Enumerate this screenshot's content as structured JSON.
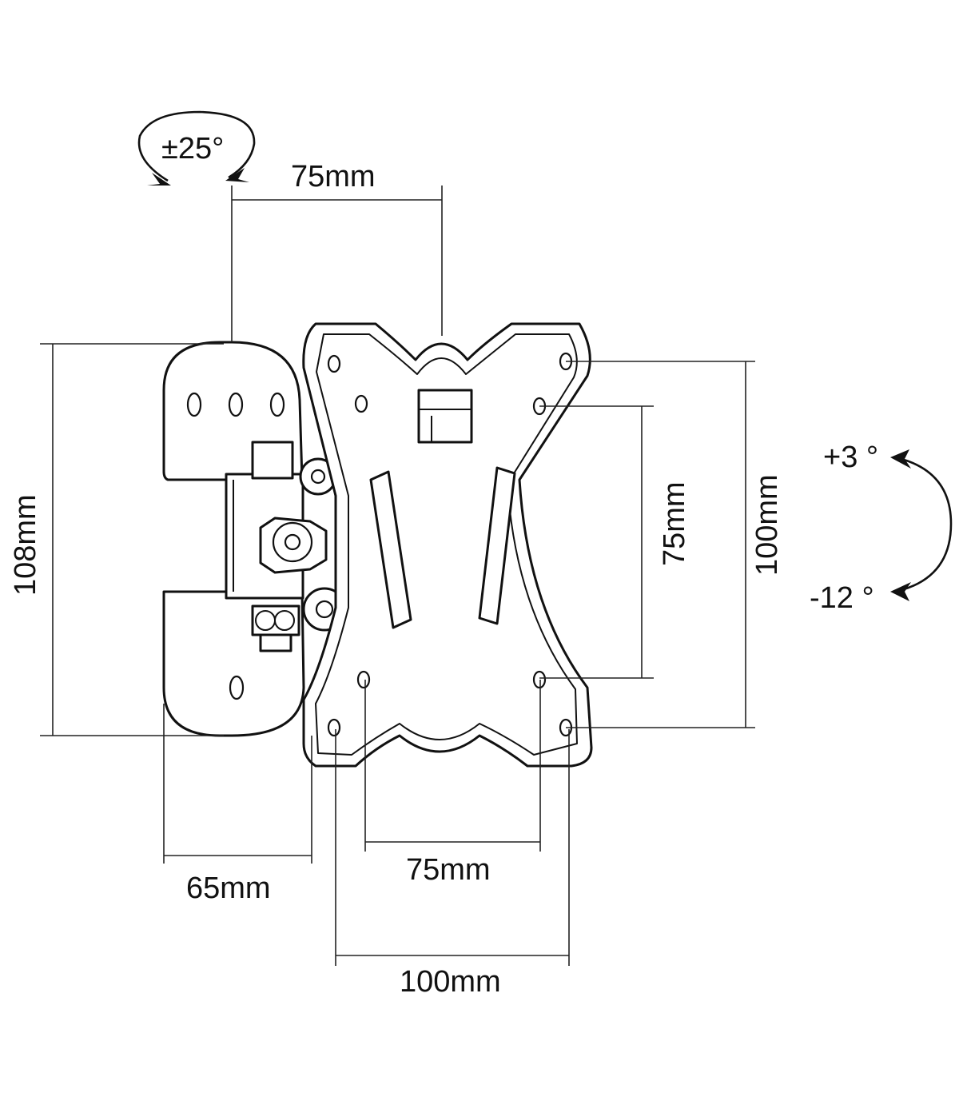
{
  "diagram": {
    "swivel_angle": "±25°",
    "tilt_up": "+3 °",
    "tilt_down": "-12 °",
    "dimensions": {
      "top_offset": "75mm",
      "arm_height": "108mm",
      "inner_vertical_spacing": "75mm",
      "outer_vertical_spacing": "100mm",
      "wall_depth": "65mm",
      "inner_horizontal_spacing": "75mm",
      "outer_horizontal_spacing": "100mm"
    }
  }
}
